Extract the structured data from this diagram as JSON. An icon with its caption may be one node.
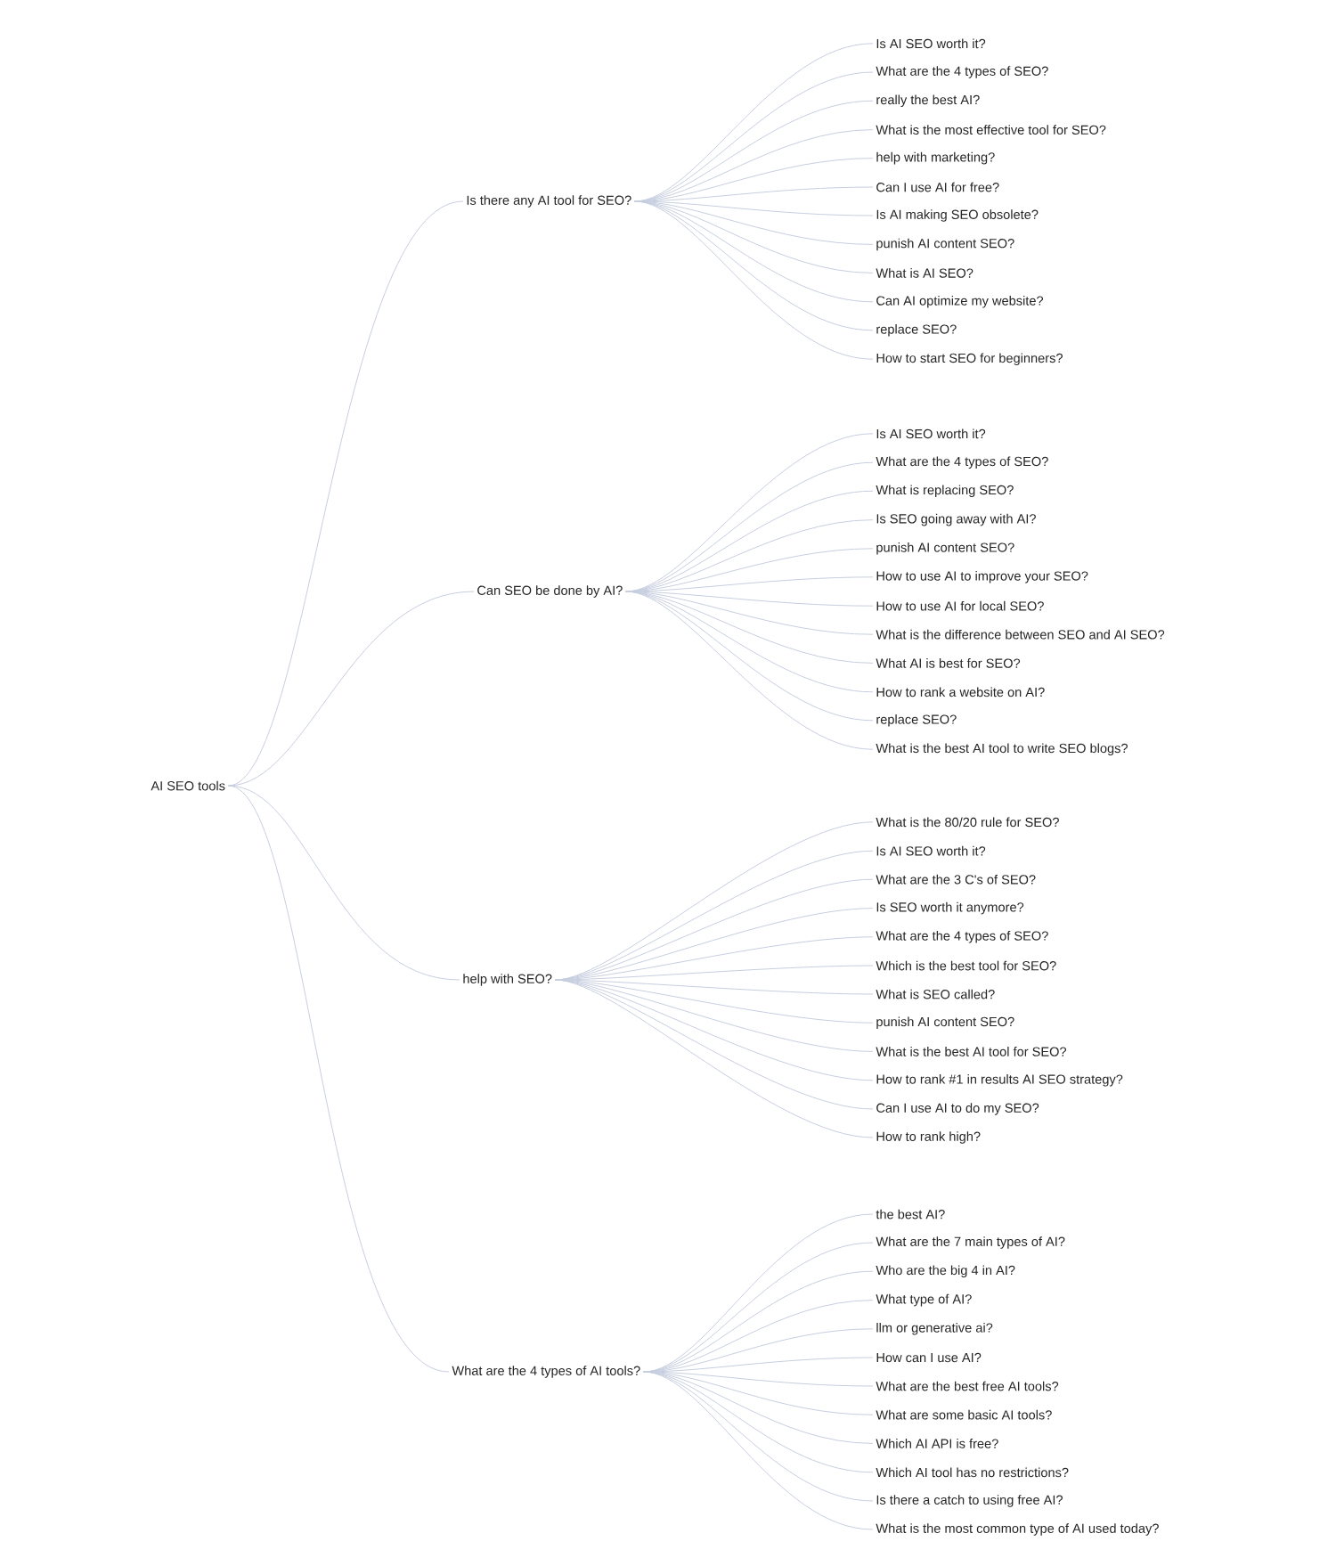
{
  "diagram": {
    "nodes": [
      {
        "text": [
          "AI SEO tools"
        ]
      },
      {
        "text": [
          "Is there any AI tool for SEO?"
        ]
      },
      {
        "text": [
          "Is AI SEO worth it?"
        ]
      },
      {
        "text": [
          "What are the 4 types of SEO?"
        ]
      },
      {
        "text": [
          "really the best AI?"
        ]
      },
      {
        "text": [
          "What is the most effective tool for SEO?"
        ]
      },
      {
        "text": [
          "help with marketing?"
        ]
      },
      {
        "text": [
          "Can I use AI for free?"
        ]
      },
      {
        "text": [
          "Is AI making SEO obsolete?"
        ]
      },
      {
        "text": [
          "punish AI content SEO?"
        ]
      },
      {
        "text": [
          "What is AI SEO?"
        ]
      },
      {
        "text": [
          "Can AI optimize my website?"
        ]
      },
      {
        "text": [
          "replace SEO?"
        ]
      },
      {
        "text": [
          "How to start SEO for beginners?"
        ]
      },
      {
        "text": [
          "Can SEO be done by AI?"
        ]
      },
      {
        "text": [
          "Is AI SEO worth it?"
        ]
      },
      {
        "text": [
          "What are the 4 types of SEO?"
        ]
      },
      {
        "text": [
          "What is replacing SEO?"
        ]
      },
      {
        "text": [
          "Is SEO going away with AI?"
        ]
      },
      {
        "text": [
          "punish AI content SEO?"
        ]
      },
      {
        "text": [
          "How to use AI to improve your SEO?"
        ]
      },
      {
        "text": [
          "How to use AI for local SEO?"
        ]
      },
      {
        "text": [
          "What is the difference between SEO and AI SEO?"
        ]
      },
      {
        "text": [
          "What AI is best for SEO?"
        ]
      },
      {
        "text": [
          "How to rank a website on AI?"
        ]
      },
      {
        "text": [
          "replace SEO?"
        ]
      },
      {
        "text": [
          "What is the best AI tool to write SEO blogs?"
        ]
      },
      {
        "text": [
          "help with SEO?"
        ]
      },
      {
        "text": [
          "What is the 80/20 rule for SEO?"
        ]
      },
      {
        "text": [
          "Is AI SEO worth it?"
        ]
      },
      {
        "text": [
          "What are the 3 C's of SEO?"
        ]
      },
      {
        "text": [
          "Is SEO worth it anymore?"
        ]
      },
      {
        "text": [
          "What are the 4 types of SEO?"
        ]
      },
      {
        "text": [
          "Which is the best tool for SEO?"
        ]
      },
      {
        "text": [
          "What is SEO called?"
        ]
      },
      {
        "text": [
          "punish AI content SEO?"
        ]
      },
      {
        "text": [
          "What is the best AI tool for SEO?"
        ]
      },
      {
        "text": [
          "How to rank #1 in results AI SEO strategy?"
        ]
      },
      {
        "text": [
          "Can I use AI to do my SEO?"
        ]
      },
      {
        "text": [
          "How to rank high?"
        ]
      },
      {
        "text": [
          "What are the 4 types of AI tools?"
        ]
      },
      {
        "text": [
          "the best AI?"
        ]
      },
      {
        "text": [
          "What are the 7 main types of AI?"
        ]
      },
      {
        "text": [
          "Who are the big 4 in AI?"
        ]
      },
      {
        "text": [
          "What type of AI?"
        ]
      },
      {
        "text": [
          "llm or generative ai?"
        ]
      },
      {
        "text": [
          "How can I use AI?"
        ]
      },
      {
        "text": [
          "What are the best free AI tools?"
        ]
      },
      {
        "text": [
          "What are some basic AI tools?"
        ]
      },
      {
        "text": [
          "Which AI API is free?"
        ]
      },
      {
        "text": [
          "Which AI tool has no restrictions?"
        ]
      },
      {
        "text": [
          "Is there a catch to using free AI?"
        ]
      },
      {
        "text": [
          "What is the most common type of AI used today?"
        ]
      }
    ],
    "edges": [
      {
        "from": 0,
        "to": 1,
        "arrow": "none"
      },
      {
        "from": 1,
        "to": 2,
        "arrow": "none"
      },
      {
        "from": 1,
        "to": 3,
        "arrow": "none"
      },
      {
        "from": 1,
        "to": 4,
        "arrow": "none"
      },
      {
        "from": 1,
        "to": 5,
        "arrow": "none"
      },
      {
        "from": 1,
        "to": 6,
        "arrow": "none"
      },
      {
        "from": 1,
        "to": 7,
        "arrow": "none"
      },
      {
        "from": 1,
        "to": 8,
        "arrow": "none"
      },
      {
        "from": 1,
        "to": 9,
        "arrow": "none"
      },
      {
        "from": 1,
        "to": 10,
        "arrow": "none"
      },
      {
        "from": 1,
        "to": 11,
        "arrow": "none"
      },
      {
        "from": 1,
        "to": 12,
        "arrow": "none"
      },
      {
        "from": 1,
        "to": 13,
        "arrow": "none"
      },
      {
        "from": 0,
        "to": 14,
        "arrow": "none"
      },
      {
        "from": 14,
        "to": 15,
        "arrow": "none"
      },
      {
        "from": 14,
        "to": 16,
        "arrow": "none"
      },
      {
        "from": 14,
        "to": 17,
        "arrow": "none"
      },
      {
        "from": 14,
        "to": 18,
        "arrow": "none"
      },
      {
        "from": 14,
        "to": 19,
        "arrow": "none"
      },
      {
        "from": 14,
        "to": 20,
        "arrow": "none"
      },
      {
        "from": 14,
        "to": 21,
        "arrow": "none"
      },
      {
        "from": 14,
        "to": 22,
        "arrow": "none"
      },
      {
        "from": 14,
        "to": 23,
        "arrow": "none"
      },
      {
        "from": 14,
        "to": 24,
        "arrow": "none"
      },
      {
        "from": 14,
        "to": 25,
        "arrow": "none"
      },
      {
        "from": 14,
        "to": 26,
        "arrow": "none"
      },
      {
        "from": 0,
        "to": 27,
        "arrow": "none"
      },
      {
        "from": 27,
        "to": 28,
        "arrow": "none"
      },
      {
        "from": 27,
        "to": 29,
        "arrow": "none"
      },
      {
        "from": 27,
        "to": 30,
        "arrow": "none"
      },
      {
        "from": 27,
        "to": 31,
        "arrow": "none"
      },
      {
        "from": 27,
        "to": 32,
        "arrow": "none"
      },
      {
        "from": 27,
        "to": 33,
        "arrow": "none"
      },
      {
        "from": 27,
        "to": 34,
        "arrow": "none"
      },
      {
        "from": 27,
        "to": 35,
        "arrow": "none"
      },
      {
        "from": 27,
        "to": 36,
        "arrow": "none"
      },
      {
        "from": 27,
        "to": 37,
        "arrow": "none"
      },
      {
        "from": 27,
        "to": 38,
        "arrow": "none"
      },
      {
        "from": 27,
        "to": 39,
        "arrow": "none"
      },
      {
        "from": 0,
        "to": 40,
        "arrow": "none"
      },
      {
        "from": 40,
        "to": 41,
        "arrow": "none"
      },
      {
        "from": 40,
        "to": 42,
        "arrow": "none"
      },
      {
        "from": 40,
        "to": 43,
        "arrow": "none"
      },
      {
        "from": 40,
        "to": 44,
        "arrow": "none"
      },
      {
        "from": 40,
        "to": 45,
        "arrow": "none"
      },
      {
        "from": 40,
        "to": 46,
        "arrow": "none"
      },
      {
        "from": 40,
        "to": 47,
        "arrow": "none"
      },
      {
        "from": 40,
        "to": 48,
        "arrow": "none"
      },
      {
        "from": 40,
        "to": 49,
        "arrow": "none"
      },
      {
        "from": 40,
        "to": 50,
        "arrow": "none"
      },
      {
        "from": 40,
        "to": 51,
        "arrow": "none"
      },
      {
        "from": 40,
        "to": 52,
        "arrow": "none"
      }
    ]
  }
}
